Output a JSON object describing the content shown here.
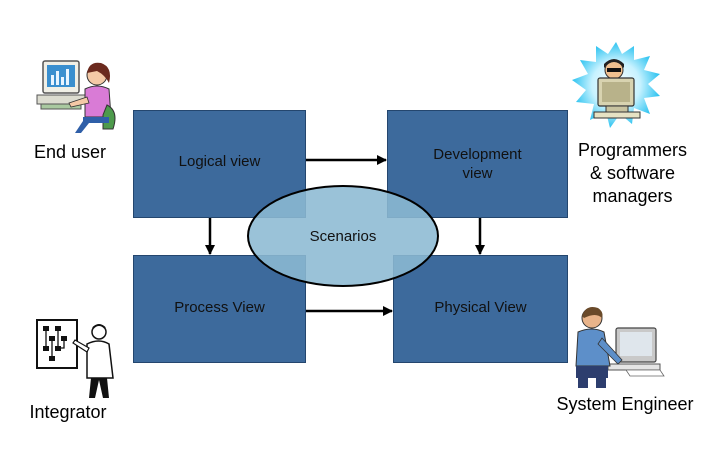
{
  "views": {
    "logical": "Logical view",
    "development_line1": "Development",
    "development_line2": "view",
    "process": "Process View",
    "physical": "Physical View",
    "scenarios": "Scenarios"
  },
  "roles": {
    "end_user": "End user",
    "programmers_line1": "Programmers",
    "programmers_line2": "& software",
    "programmers_line3": "managers",
    "integrator": "Integrator",
    "system_engineer": "System Engineer"
  },
  "colors": {
    "box_fill": "#3d6a9c",
    "ellipse_fill": "#8cb9d3",
    "arrow": "#000000"
  },
  "icons": {
    "end_user": "woman-at-computer-icon",
    "programmers": "programmer-at-monitor-icon",
    "integrator": "man-with-flowchart-icon",
    "system_engineer": "man-at-computer-icon"
  }
}
